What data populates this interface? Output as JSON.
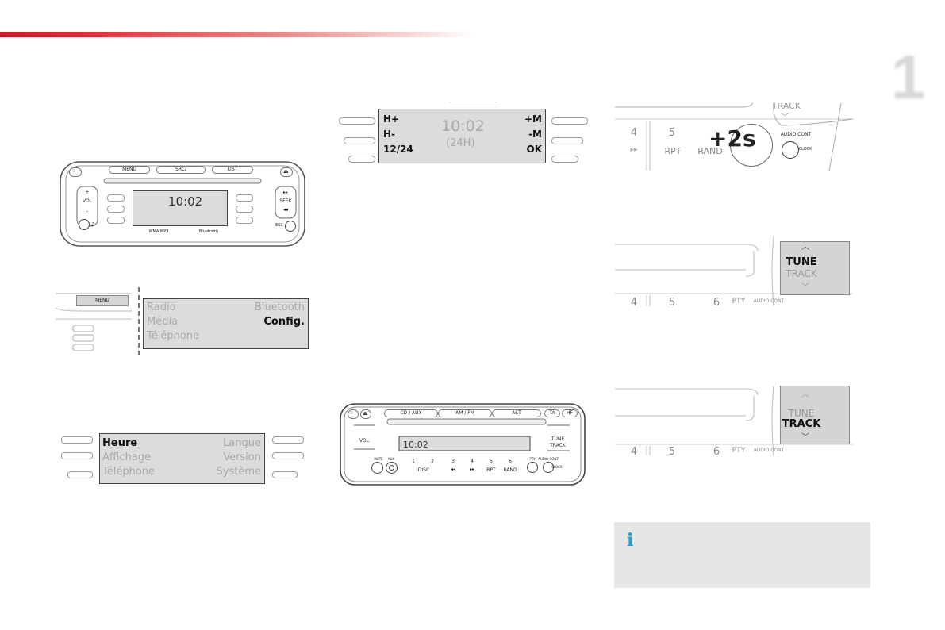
{
  "page": {
    "chapter_number": "1",
    "accent_color": "#c5202a",
    "info_icon_color": "#1aa3d9"
  },
  "radio1": {
    "menu": "MENU",
    "src": "SRC/",
    "list": "LIST",
    "vol": "VOL",
    "vol_plus": "+",
    "vol_minus": "-",
    "seek": "SEEK",
    "esc": "ESC",
    "display_time": "10:02",
    "wma_mp3": "WMA MP3",
    "bluetooth": "Bluetooth"
  },
  "menu_screen": {
    "menu_button": "MENU",
    "left_items": [
      "Radio",
      "Média",
      "Téléphone"
    ],
    "right_items": [
      "Bluetooth",
      "Config."
    ]
  },
  "config_screen": {
    "left_items": [
      "Heure",
      "Affichage",
      "Téléphone"
    ],
    "right_items": [
      "Langue",
      "Version",
      "Système"
    ]
  },
  "time_screen": {
    "left": [
      "H+",
      "H-",
      "12/24"
    ],
    "right": [
      "+M",
      "-M",
      "OK"
    ],
    "time": "10:02",
    "format": "(24H)"
  },
  "radio2": {
    "cd_aux": "CD / AUX",
    "am_fm": "AM / FM",
    "ast": "AST",
    "ta": "TA",
    "hf": "HF",
    "vol": "VOL",
    "tune": "TUNE",
    "track": "TRACK",
    "display_time": "10:02",
    "preset_numbers": [
      "1",
      "2",
      "3",
      "4",
      "5",
      "6"
    ],
    "disc": "DISC",
    "rpt": "RPT",
    "rand": "RAND",
    "pty": "PTY",
    "audio_cont": "AUDIO CONT",
    "mute": "MUTE",
    "aux": "AUX",
    "clock": "CLOCK"
  },
  "detail1": {
    "track": "TRACK",
    "num4": "4",
    "num5": "5",
    "rpt": "RPT",
    "rand": "RAND",
    "hold": "+2s",
    "audio_cont": "AUDIO CONT",
    "clock": "CLOCK"
  },
  "detail2": {
    "tune": "TUNE",
    "track": "TRACK",
    "nums": [
      "4",
      "5",
      "6"
    ],
    "pty": "PTY",
    "audio_cont": "AUDIO CONT"
  },
  "detail3": {
    "tune": "TUNE",
    "track": "TRACK",
    "nums": [
      "4",
      "5",
      "6"
    ],
    "pty": "PTY",
    "audio_cont": "AUDIO CONT"
  },
  "info": {
    "icon": "info-icon"
  }
}
